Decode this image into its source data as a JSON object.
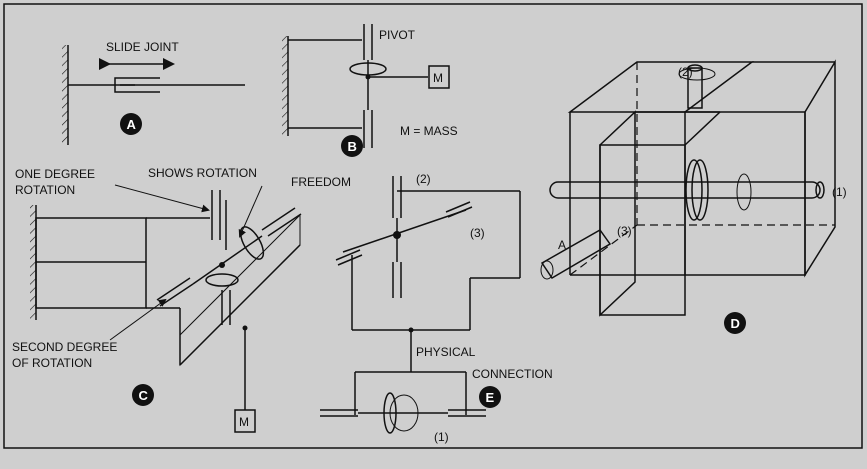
{
  "labels": {
    "slide_joint": "SLIDE JOINT",
    "pivot": "PIVOT",
    "mass_box_b": "M",
    "mass_legend": "M = MASS",
    "one_degree_line1": "ONE DEGREE",
    "one_degree_line2": "ROTATION",
    "shows_rotation": "SHOWS ROTATION",
    "freedom": "FREEDOM",
    "second_degree_line1": "SECOND DEGREE",
    "second_degree_line2": "OF ROTATION",
    "mass_box_c": "M",
    "e_label_2": "(2)",
    "e_label_3": "(3)",
    "e_label_1": "(1)",
    "physical": "PHYSICAL",
    "connection": "CONNECTION",
    "d_label_2": "(2)",
    "d_label_1": "(1)",
    "d_label_3": "(3)",
    "d_label_a": "A"
  },
  "badges": {
    "a": "A",
    "b": "B",
    "c": "C",
    "d": "D",
    "e": "E"
  },
  "colors": {
    "background": "#cfcfcf",
    "ink": "#111111"
  }
}
